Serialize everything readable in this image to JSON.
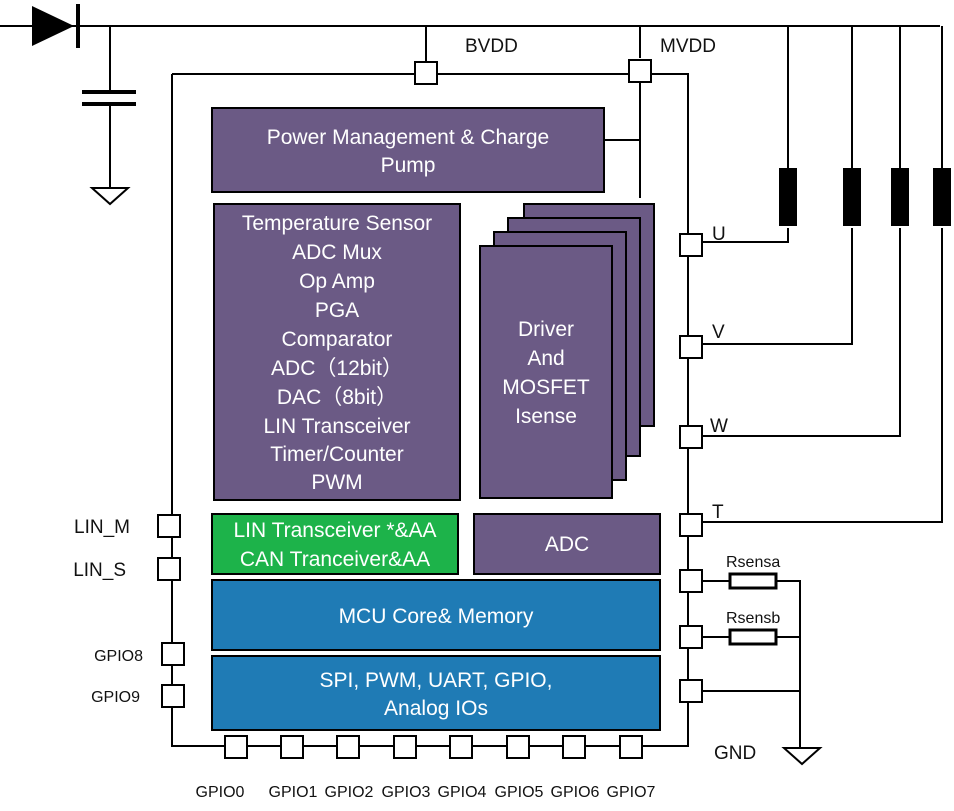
{
  "rails": {
    "bvdd": "BVDD",
    "mvdd": "MVDD",
    "gnd": "GND"
  },
  "blocks": {
    "power": [
      "Power Management & Charge",
      "Pump"
    ],
    "analog": [
      "Temperature Sensor",
      "ADC Mux",
      "Op Amp",
      "PGA",
      "Comparator",
      "ADC（12bit）",
      "DAC（8bit）",
      "LIN Transceiver",
      "Timer/Counter",
      "PWM"
    ],
    "driver": [
      "Driver",
      "And",
      "MOSFET",
      "Isense"
    ],
    "transceiver": [
      "LIN Transceiver *&AA",
      "CAN Tranceiver&AA"
    ],
    "adc": "ADC",
    "mcu": "MCU Core& Memory",
    "periph": [
      "SPI, PWM, UART, GPIO,",
      "Analog IOs"
    ]
  },
  "pins": {
    "left": [
      "LIN_M",
      "LIN_S",
      "GPIO8",
      "GPIO9"
    ],
    "right": [
      "U",
      "V",
      "W",
      "T"
    ],
    "bottom": [
      "GPIO0",
      "GPIO1",
      "GPIO2",
      "GPIO3",
      "GPIO4",
      "GPIO5",
      "GPIO6",
      "GPIO7"
    ]
  },
  "resistors": [
    "Rsensa",
    "Rsensb"
  ],
  "colors": {
    "block_purple": "#6b5a85",
    "transceiver_green": "#1db34a",
    "mcu_blue": "#1f7bb5",
    "line": "#000000"
  }
}
